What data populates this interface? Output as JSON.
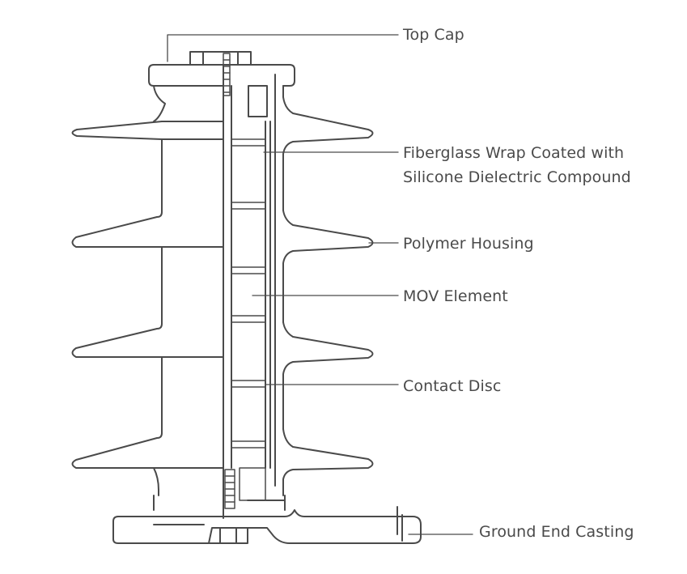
{
  "colors": {
    "stroke": "#4a4a4a",
    "text": "#4a4a4a",
    "background": "#ffffff"
  },
  "labels": {
    "top_cap": "Top Cap",
    "fiberglass_line1": "Fiberglass Wrap Coated with",
    "fiberglass_line2": "Silicone Dielectric Compound",
    "polymer_housing": "Polymer Housing",
    "mov_element": "MOV Element",
    "contact_disc": "Contact Disc",
    "ground_end_casting": "Ground End Casting"
  }
}
